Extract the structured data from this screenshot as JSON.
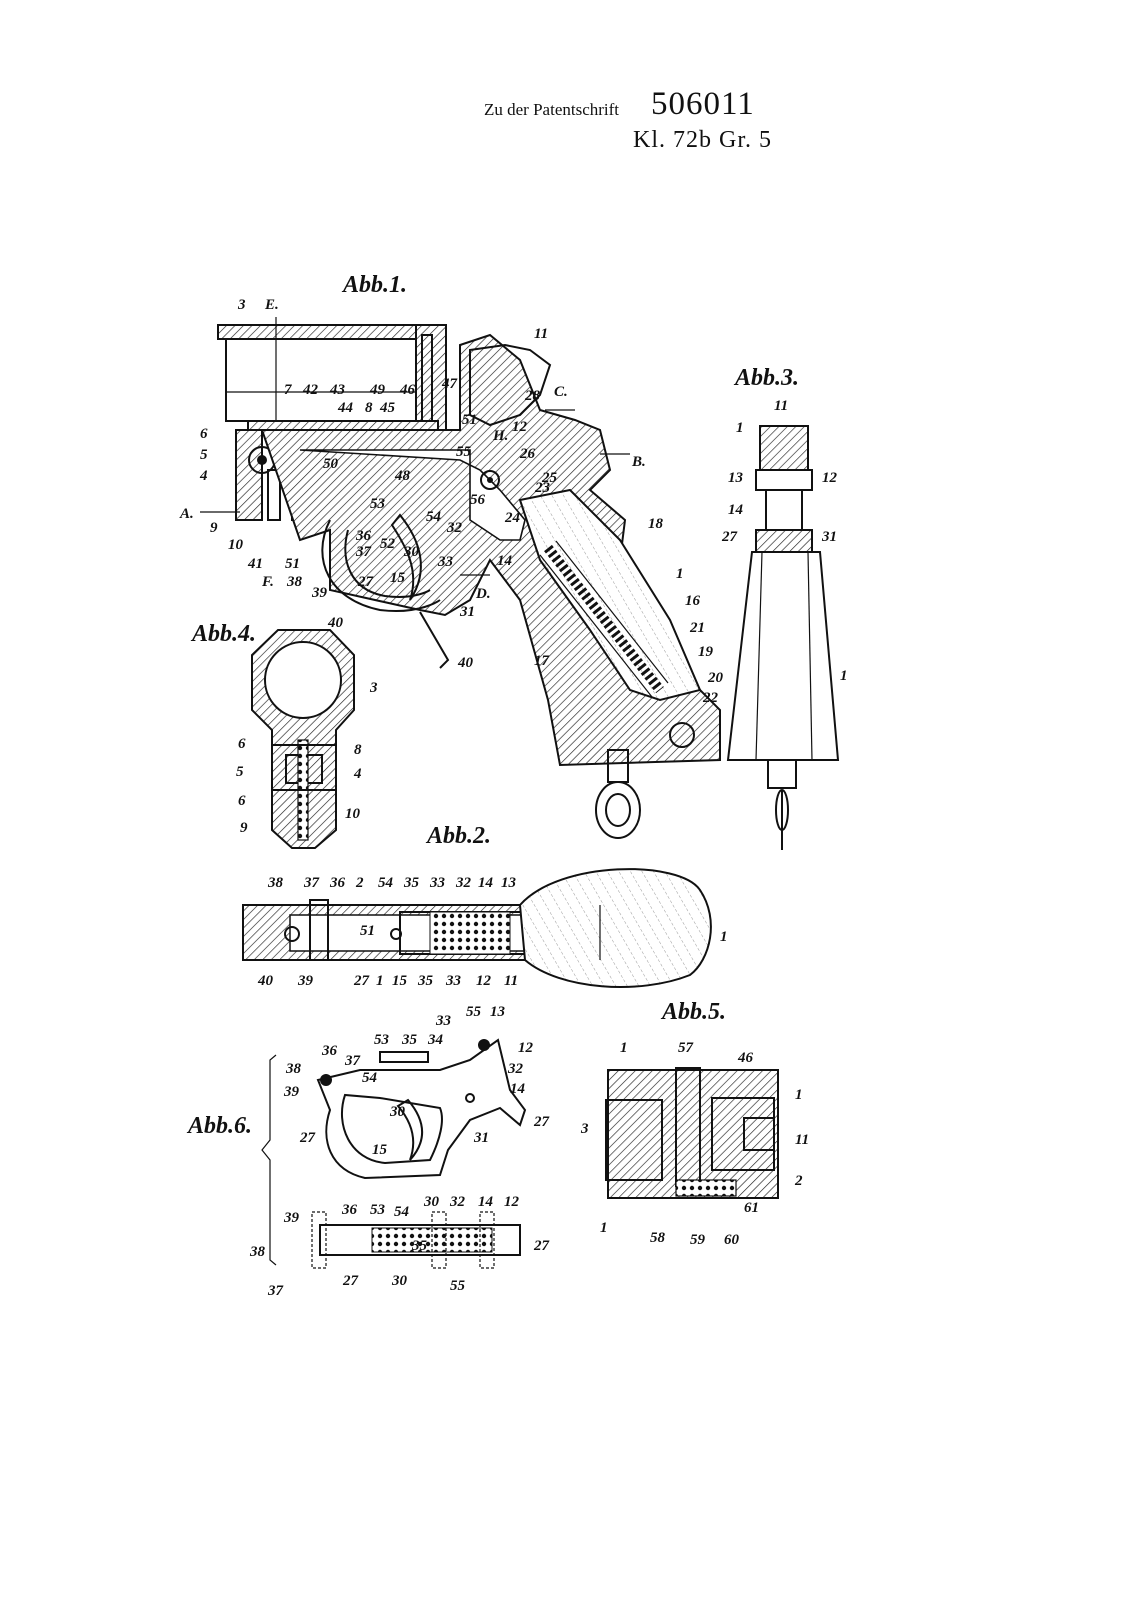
{
  "header": {
    "label": "Zu der Patentschrift",
    "number": "506011",
    "class_line": "Kl. 72b  Gr. 5"
  },
  "figures": [
    {
      "title": "Abb.1.",
      "labels": [
        "3",
        "E.",
        "11",
        "7",
        "42",
        "43",
        "49",
        "46",
        "44",
        "8",
        "45",
        "47",
        "28",
        "C.",
        "6",
        "12",
        "5",
        "51",
        "4",
        "H.",
        "26",
        "25",
        "55",
        "B.",
        "50",
        "48",
        "23",
        "A.",
        "9",
        "53",
        "10",
        "56",
        "24",
        "18",
        "41",
        "51",
        "36",
        "52",
        "37",
        "54",
        "32",
        "F.",
        "38",
        "39",
        "30",
        "33",
        "14",
        "15",
        "1",
        "27",
        "D.",
        "31",
        "16",
        "21",
        "40",
        "17",
        "19",
        "20",
        "22",
        "40"
      ]
    },
    {
      "title": "Abb.2.",
      "labels": [
        "38",
        "37",
        "36",
        "2",
        "54",
        "35",
        "33",
        "32",
        "14",
        "13",
        "51",
        "1",
        "40",
        "39",
        "27",
        "1",
        "15",
        "35",
        "33",
        "12",
        "11"
      ]
    },
    {
      "title": "Abb.3.",
      "labels": [
        "11",
        "1",
        "13",
        "12",
        "14",
        "27",
        "31",
        "1"
      ]
    },
    {
      "title": "Abb.4.",
      "labels": [
        "3",
        "6",
        "8",
        "5",
        "4",
        "6",
        "9",
        "10"
      ]
    },
    {
      "title": "Abb.5.",
      "labels": [
        "1",
        "57",
        "46",
        "1",
        "3",
        "11",
        "2",
        "61",
        "1",
        "58",
        "59",
        "60"
      ]
    },
    {
      "title": "Abb.6.",
      "labels": [
        "55",
        "13",
        "33",
        "53",
        "35",
        "34",
        "12",
        "36",
        "32",
        "38",
        "37",
        "54",
        "14",
        "39",
        "30",
        "27",
        "27",
        "31",
        "15",
        "39",
        "36",
        "53",
        "54",
        "30",
        "32",
        "14",
        "12",
        "38",
        "35",
        "27",
        "37",
        "27",
        "30",
        "55"
      ]
    }
  ]
}
